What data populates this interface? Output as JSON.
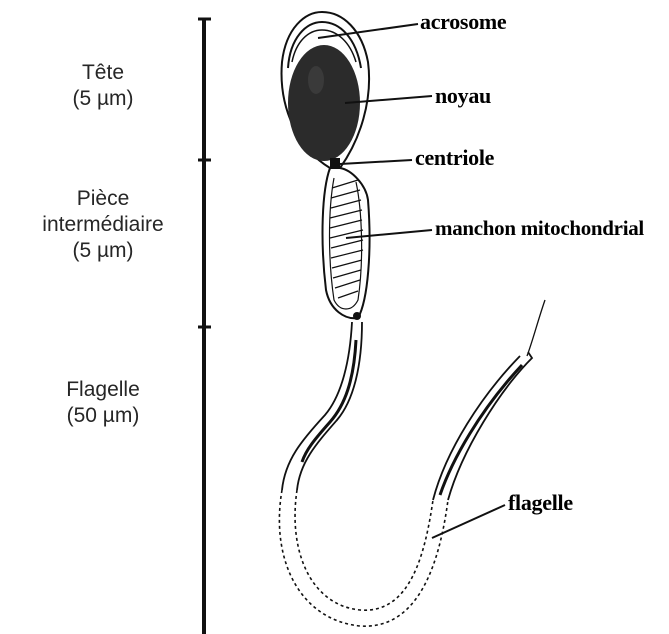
{
  "scale": {
    "segments": [
      {
        "name": "Tête",
        "size": "(5 µm)"
      },
      {
        "name_line1": "Pièce",
        "name_line2": "intermédiaire",
        "size": "(5 µm)"
      },
      {
        "name": "Flagelle",
        "size": "(50 µm)"
      }
    ]
  },
  "labels": {
    "acrosome": "acrosome",
    "noyau": "noyau",
    "centriole": "centriole",
    "manchon": "manchon mitochondrial",
    "flagelle": "flagelle"
  },
  "colors": {
    "ink": "#111111",
    "nucleus": "#2b2b2b",
    "scale_text": "#262626"
  }
}
